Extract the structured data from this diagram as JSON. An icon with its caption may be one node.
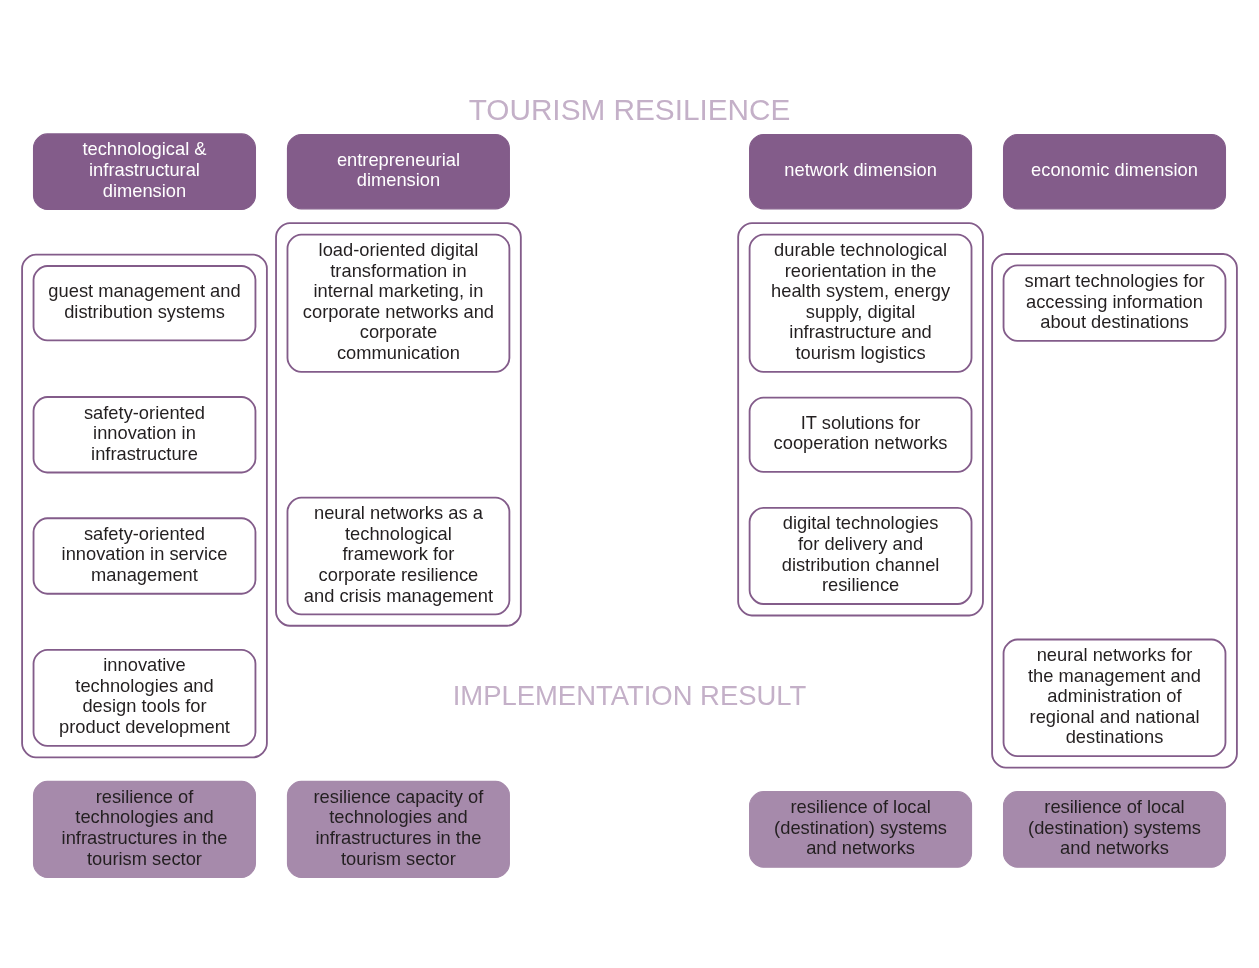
{
  "diagram": {
    "title": "TOURISM RESILIENCE",
    "nodes": [
      {
        "text": [
          "technological & infrastructural dimension"
        ]
      },
      {
        "text": [
          "entrepreneurial dimension"
        ]
      },
      {
        "text": [
          "network dimension"
        ]
      },
      {
        "text": [
          "economic dimension"
        ]
      },
      {
        "text": [],
        "shape": "box"
      },
      {
        "text": [
          "guest management and distribution systems"
        ],
        "in": 4
      },
      {
        "text": [
          "safety-oriented innovation in infrastructure"
        ],
        "in": 4
      },
      {
        "text": [
          "safety-oriented innovation in service management"
        ],
        "in": 4
      },
      {
        "text": [
          "innovative technologies and design tools for product development"
        ],
        "in": 4
      },
      {
        "text": [],
        "shape": "box"
      },
      {
        "text": [
          "load-oriented digital transformation in internal marketing, in corporate networks and corporate communication"
        ],
        "in": 9
      },
      {
        "text": [
          "neural networks as a technological framework for corporate resilience and crisis management"
        ],
        "in": 9
      },
      {
        "text": [],
        "shape": "box"
      },
      {
        "text": [
          "durable technological reorientation in the health system, energy supply, digital infrastructure and tourism logistics"
        ],
        "in": 12
      },
      {
        "text": [
          "IT solutions for cooperation networks"
        ],
        "in": 12
      },
      {
        "text": [
          "digital technologies for delivery and distribution channel resilience"
        ],
        "in": 12
      },
      {
        "text": [],
        "shape": "box"
      },
      {
        "text": [
          "smart technologies for accessing information about destinations"
        ],
        "in": 16
      },
      {
        "text": [
          "neural networks for the management and administration of regional and national destinations"
        ],
        "in": 16
      },
      {
        "text": [
          "resilience of technologies and infrastructures in the tourism sector"
        ]
      },
      {
        "text": [
          "resilience capacity of technologies and infrastructures in the tourism sector"
        ]
      },
      {
        "text": [
          "resilience of local (destination) systems and networks"
        ]
      },
      {
        "text": [
          "resilience of local (destination) systems and networks"
        ]
      }
    ],
    "labels": [
      "IMPLEMENTATION RESULT"
    ]
  }
}
